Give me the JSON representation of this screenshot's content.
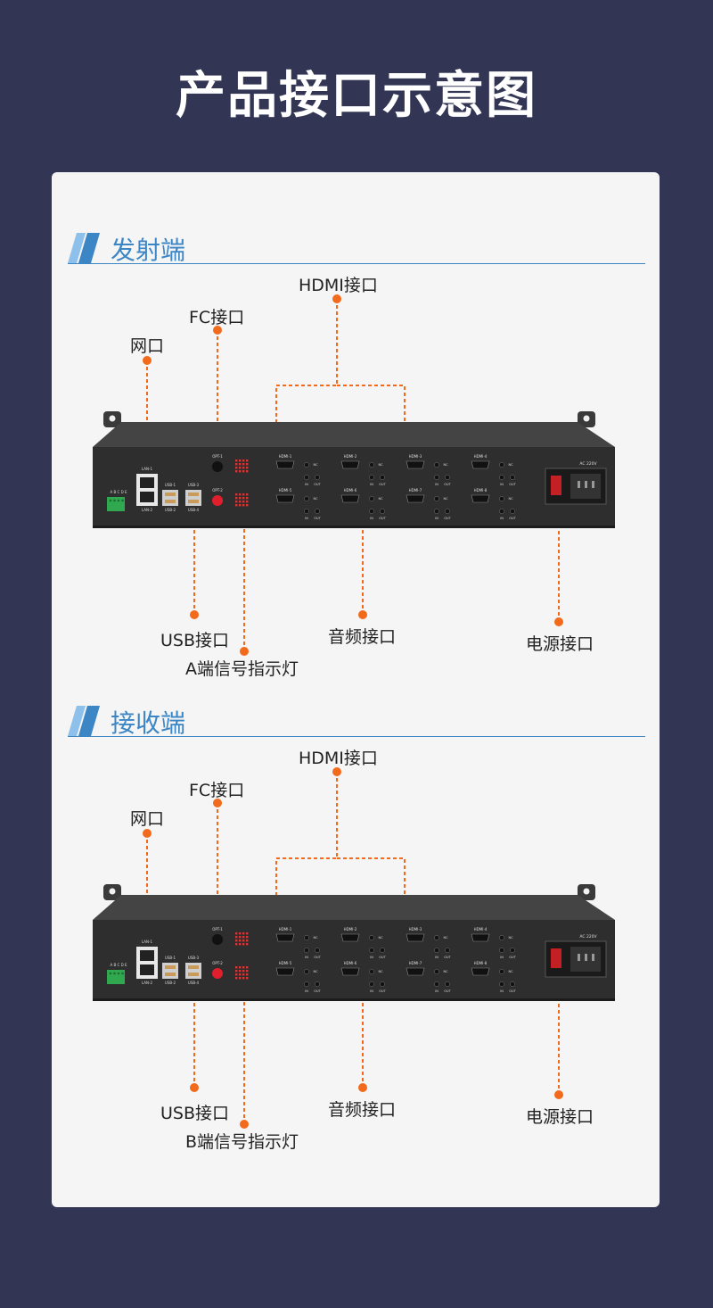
{
  "page": {
    "title": "产品接口示意图"
  },
  "sections": [
    {
      "title": "发射端",
      "callouts": {
        "hdmi": "HDMI接口",
        "fc": "FC接口",
        "network": "网口",
        "usb": "USB接口",
        "audio": "音频接口",
        "power": "电源接口",
        "indicator": "A端信号指示灯"
      }
    },
    {
      "title": "接收端",
      "callouts": {
        "hdmi": "HDMI接口",
        "fc": "FC接口",
        "network": "网口",
        "usb": "USB接口",
        "audio": "音频接口",
        "power": "电源接口",
        "indicator": "B端信号指示灯"
      }
    }
  ],
  "device_labels": {
    "lan1": "LAN-1",
    "lan2": "LAN-2",
    "usb1": "USB-1",
    "usb2": "USB-2",
    "usb3": "USB-3",
    "usb4": "USB-4",
    "opt1": "OPT-1",
    "opt2": "OPT-2",
    "terminal": "A B C D E",
    "hdmi_ports": [
      "HDMI-1",
      "HDMI-2",
      "HDMI-3",
      "HDMI-4",
      "HDMI-5",
      "HDMI-6",
      "HDMI-7",
      "HDMI-8"
    ],
    "nc": "NC",
    "in": "IN",
    "out": "OUT",
    "power_rating": "AC 220V"
  },
  "colors": {
    "background": "#323654",
    "card": "#f5f5f5",
    "accent": "#3d86c6",
    "callout_dot": "#f26a1b",
    "chassis": "#2e2e2e"
  }
}
